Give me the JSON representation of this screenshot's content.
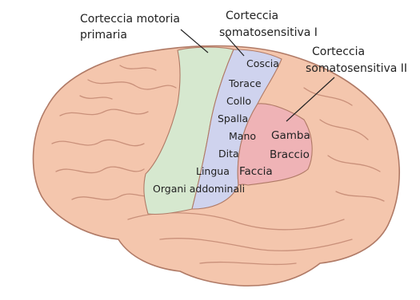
{
  "callouts": {
    "motor_line1": "Corteccia motoria",
    "motor_line2": "primaria",
    "s1_line1": "Corteccia",
    "s1_line2": "somatosensitiva I",
    "s2_line1": "Corteccia",
    "s2_line2": "somatosensitiva II"
  },
  "s1_labels": [
    "Coscia",
    "Torace",
    "Collo",
    "Spalla",
    "Mano",
    "Dita",
    "Lingua",
    "Organi addominali"
  ],
  "s2_labels": [
    "Gamba",
    "Braccio",
    "Faccia"
  ],
  "colors": {
    "brain_fill": "#f4c6ad",
    "brain_stroke": "#b07a66",
    "motor_cortex": "#d6e8cf",
    "somatosensory_1": "#cfd3ee",
    "somatosensory_2": "#efb3b6"
  }
}
